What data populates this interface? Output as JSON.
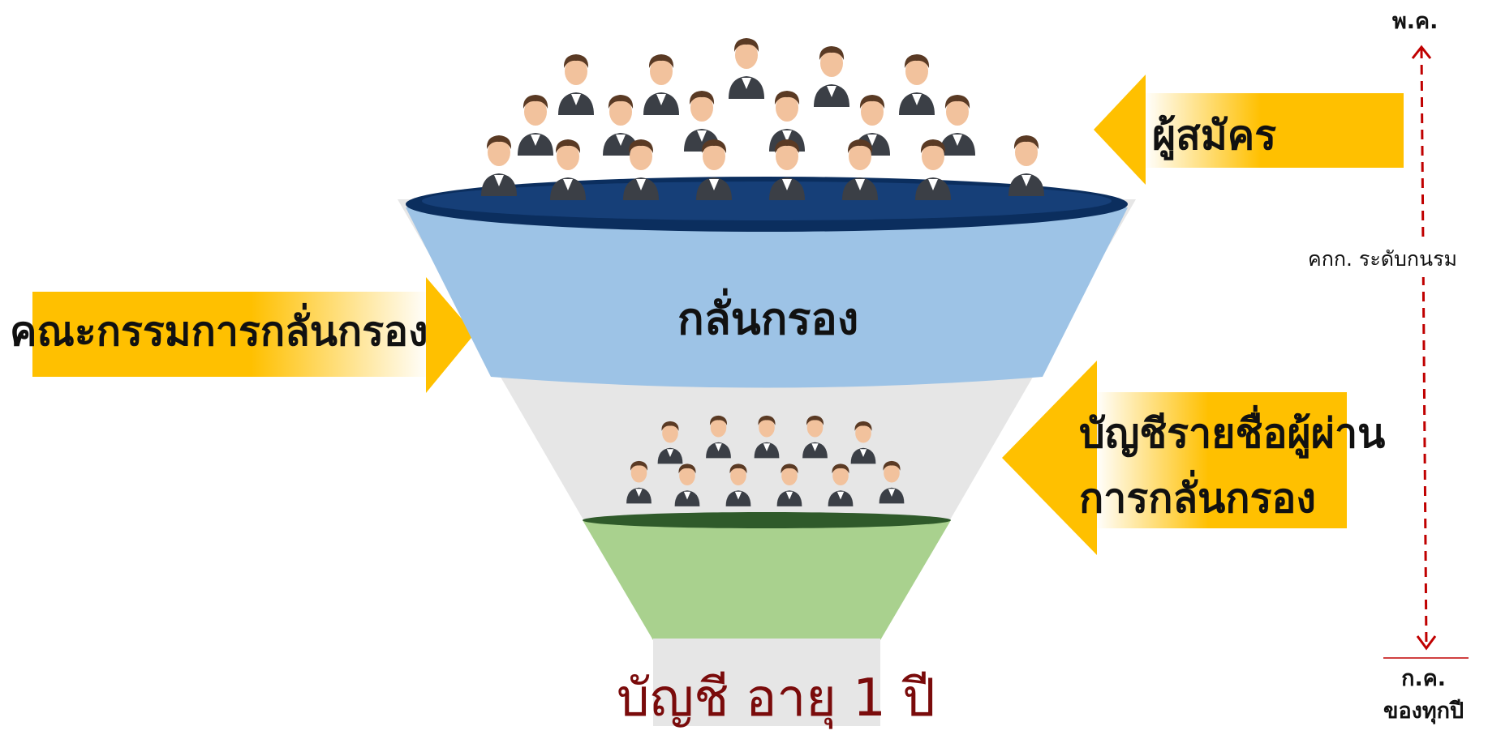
{
  "applicants_label": "ผู้สมัคร",
  "committee_label": "คณะกรรมการกลั่นกรอง",
  "filter_label": "กลั่นกรอง",
  "passed_list_label_line1": "บัญชีรายชื่อผู้ผ่าน",
  "passed_list_label_line2": "การกลั่นกรอง",
  "account_validity_label": "บัญชี อายุ 1 ปี",
  "timeline": {
    "start_label": "พ.ค.",
    "middle_label": "คกก. ระดับกนรม",
    "end_label_line1": "ก.ค.",
    "end_label_line2": "ของทุกปี"
  },
  "colors": {
    "arrow_gold": "#FFC000",
    "funnel_blue": "#9DC3E6",
    "funnel_green": "#A9D18E",
    "funnel_gray": "#E6E6E6",
    "funnel_rim": "#0B2E5E",
    "timeline_red": "#C00000",
    "account_text": "#7A0B0B"
  },
  "icons": [
    "crowd-large-icon",
    "crowd-small-icon"
  ]
}
